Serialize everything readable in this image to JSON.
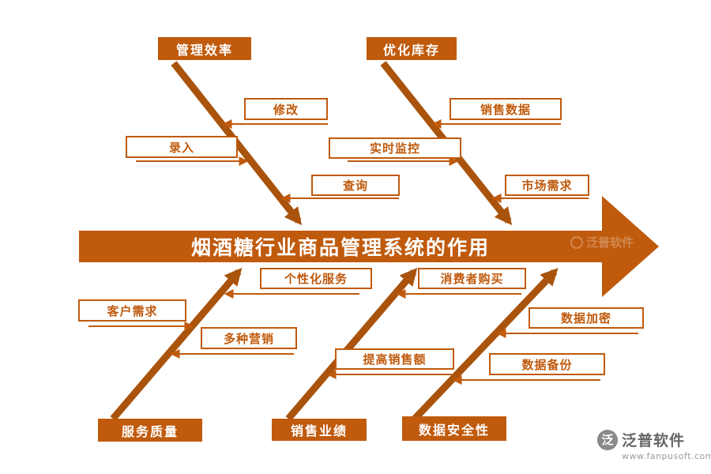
{
  "diagram": {
    "title": "烟酒糖行业商品管理系统的作用",
    "type": "fishbone",
    "colors": {
      "accent": "#C05A0D",
      "branch_line": "#A9530C",
      "text_on_accent": "#FFFFFF",
      "background": "#FFFFFF"
    },
    "branches": [
      {
        "label": "管理效率",
        "side": "top",
        "causes": [
          "修改",
          "录入",
          "查询"
        ]
      },
      {
        "label": "优化库存",
        "side": "top",
        "causes": [
          "销售数据",
          "实时监控",
          "市场需求"
        ]
      },
      {
        "label": "服务质量",
        "side": "bottom",
        "causes": [
          "个性化服务",
          "客户需求",
          "多种营销"
        ]
      },
      {
        "label": "销售业绩",
        "side": "bottom",
        "causes": [
          "消费者购买",
          "提高销售额"
        ]
      },
      {
        "label": "数据安全性",
        "side": "bottom",
        "causes": [
          "数据加密",
          "数据备份"
        ]
      }
    ]
  },
  "watermark": {
    "brand": "泛普软件",
    "site": "www.fanpusoft.com",
    "icon_glyph": "泛"
  }
}
